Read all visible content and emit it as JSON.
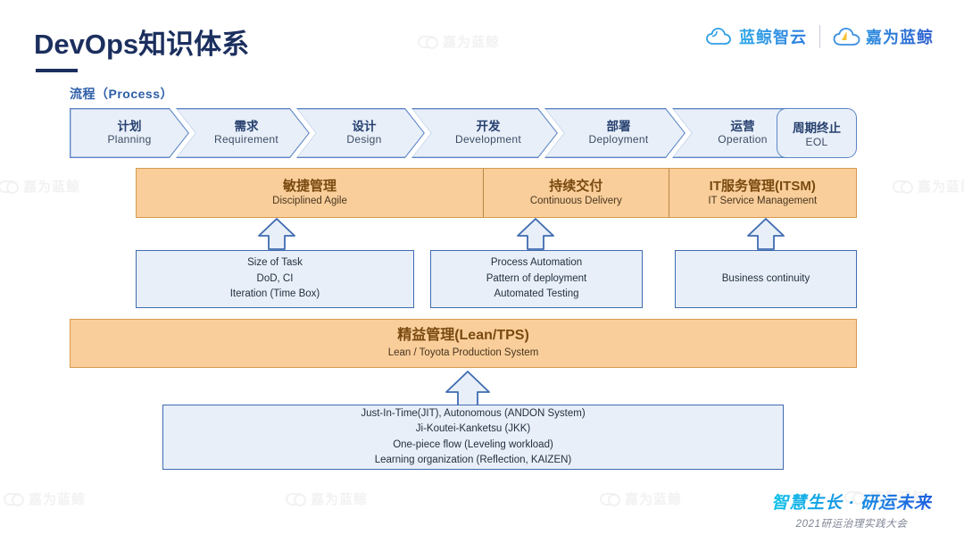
{
  "header": {
    "title": "DevOps知识体系",
    "brands": [
      {
        "name": "蓝鲸智云",
        "icon": "cloud-icon"
      },
      {
        "name": "嘉为蓝鲸",
        "icon": "cloud-icon"
      }
    ]
  },
  "watermark": {
    "text": "嘉为蓝鲸",
    "icon": "cloud-icon"
  },
  "process": {
    "label": "流程（Process）",
    "steps": [
      {
        "cn": "计划",
        "en": "Planning"
      },
      {
        "cn": "需求",
        "en": "Requirement"
      },
      {
        "cn": "设计",
        "en": "Design"
      },
      {
        "cn": "开发",
        "en": "Development"
      },
      {
        "cn": "部署",
        "en": "Deployment"
      },
      {
        "cn": "运营",
        "en": "Operation"
      }
    ],
    "end": {
      "cn": "周期终止",
      "en": "EOL"
    }
  },
  "practices": [
    {
      "cn": "敏捷管理",
      "en": "Disciplined Agile"
    },
    {
      "cn": "持续交付",
      "en": "Continuous Delivery"
    },
    {
      "cn": "IT服务管理(ITSM)",
      "en": "IT Service Management"
    }
  ],
  "details": [
    {
      "lines": [
        "Size of Task",
        "DoD, CI",
        "Iteration (Time Box)"
      ]
    },
    {
      "lines": [
        "Process Automation",
        "Pattern of deployment",
        "Automated Testing"
      ]
    },
    {
      "lines": [
        "Business continuity"
      ]
    }
  ],
  "foundation": {
    "cn": "精益管理(Lean/TPS)",
    "en": "Lean / Toyota Production System",
    "lines": [
      "Just-In-Time(JIT), Autonomous (ANDON System)",
      "Ji-Koutei-Kanketsu (JKK)",
      "One-piece flow (Leveling workload)",
      "Learning organization (Reflection, KAIZEN)"
    ]
  },
  "footer": {
    "slogan": "智慧生长 · 研运未来",
    "event": "2021研运治理实践大会"
  },
  "colors": {
    "navy": "#1b2f5e",
    "orange_fill": "#f9ce9a",
    "orange_border": "#d79a52",
    "blue_fill": "#e8eff9",
    "blue_border": "#3f6bb0",
    "chevron_border": "#5b85c4",
    "accent_blue": "#2e5fa8"
  }
}
